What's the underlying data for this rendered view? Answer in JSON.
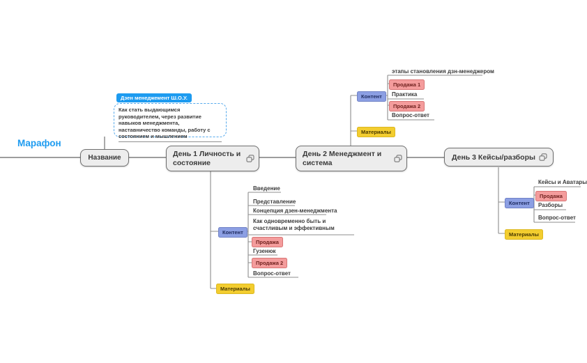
{
  "colors": {
    "accent_blue": "#1d9bf0",
    "chip_content_bg": "#8c9fe3",
    "chip_materials_bg": "#f3cd2f",
    "chip_sale_bg": "#f49c9c",
    "node_fill": "#ededed",
    "connector_gray": "#7d7d7d"
  },
  "root": {
    "label": "Марафон"
  },
  "callout": {
    "title": "Дзен менеджемент Ш.О.У.",
    "body": "Как стать выдающимся руководителем, через развитие навыков менеджмента, наставничество команды, работу с состоянием и мышлением"
  },
  "topics": {
    "name": "Название",
    "day1": "День 1 Личность и состояние",
    "day2": "День 2 Менеджмент и система",
    "day3": "День 3 Кейсы/разборы"
  },
  "day1": {
    "content_label": "Контент",
    "materials_label": "Материалы",
    "items": [
      {
        "text": "Введение",
        "type": "topic"
      },
      {
        "text": "Представление",
        "type": "topic"
      },
      {
        "text": "Концепция дзен-менеджмента",
        "type": "topic"
      },
      {
        "text": "Как одновременно быть и счастливым и эффективным",
        "type": "topic"
      },
      {
        "text": "Продажа",
        "type": "sale-chip"
      },
      {
        "text": "Гузенюк",
        "type": "topic"
      },
      {
        "text": "Продажа 2",
        "type": "sale-chip"
      },
      {
        "text": "Вопрос-ответ",
        "type": "topic"
      }
    ]
  },
  "day2": {
    "content_label": "Контент",
    "materials_label": "Материалы",
    "items": [
      {
        "text": "этапы становления дзн-менеджером",
        "type": "topic"
      },
      {
        "text": "Продажа 1",
        "type": "sale-chip"
      },
      {
        "text": "Практика",
        "type": "topic"
      },
      {
        "text": "Продажа 2",
        "type": "sale-chip"
      },
      {
        "text": "Вопрос-ответ",
        "type": "topic"
      }
    ]
  },
  "day3": {
    "content_label": "Контент",
    "materials_label": "Материалы",
    "items": [
      {
        "text": "Кейсы и Аватары",
        "type": "topic"
      },
      {
        "text": "Продажа",
        "type": "sale-chip"
      },
      {
        "text": "Разборы",
        "type": "topic"
      },
      {
        "text": "Вопрос-ответ",
        "type": "topic"
      }
    ]
  }
}
